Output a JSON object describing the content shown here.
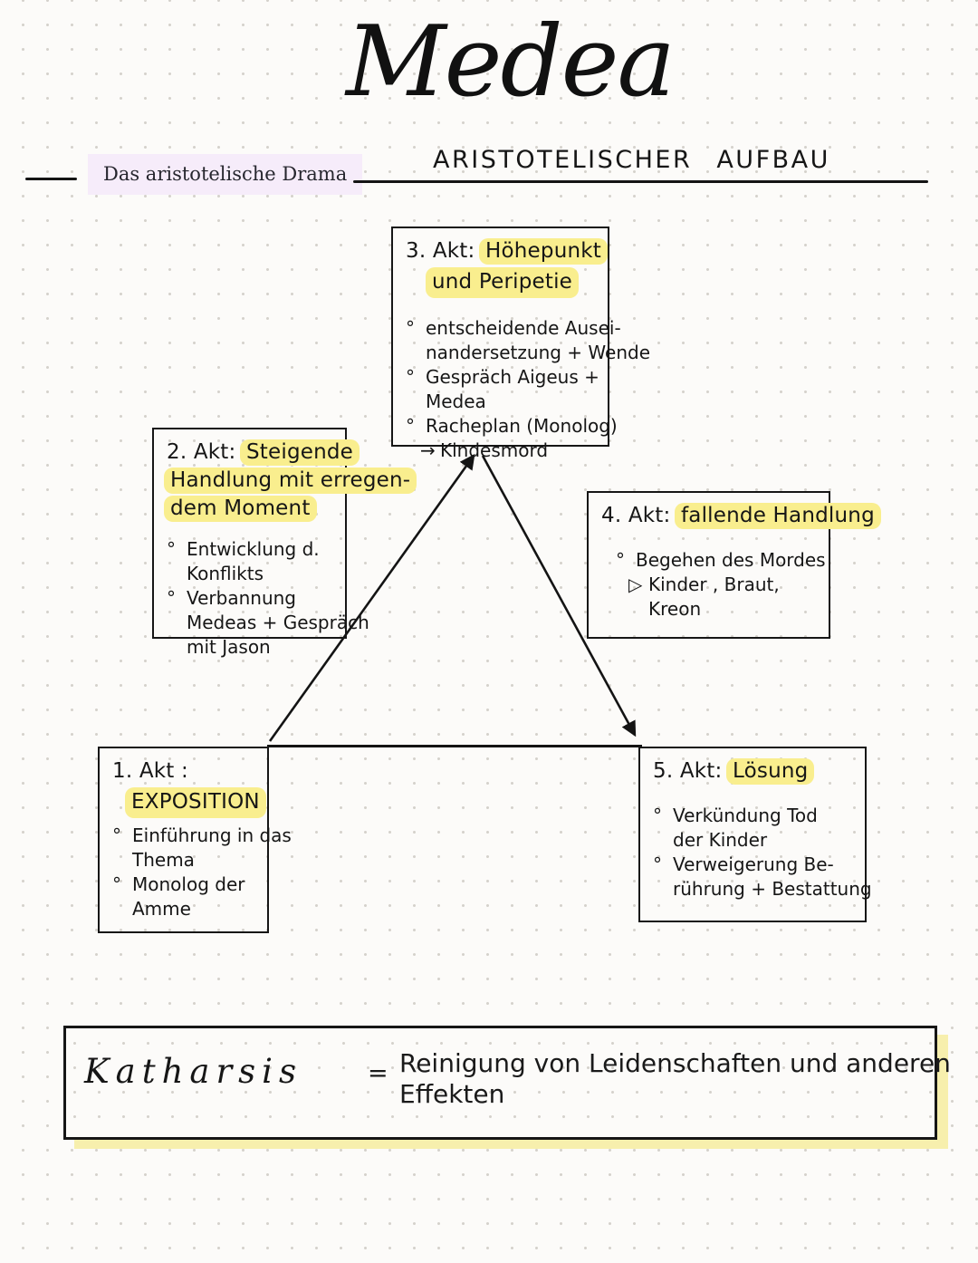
{
  "header": {
    "title": "Medea",
    "topic_label": "Das aristotelische Drama",
    "subtitle": "ARISTOTELISCHER AUFBAU"
  },
  "acts": {
    "act1": {
      "prefix": "1. Akt :",
      "highlight": "EXPOSITION",
      "lines": [
        {
          "m": "°",
          "t": "Einführung in das"
        },
        {
          "m": "",
          "t": "Thema"
        },
        {
          "m": "°",
          "t": "Monolog der"
        },
        {
          "m": "",
          "t": "Amme"
        }
      ]
    },
    "act2": {
      "prefix": "2. Akt:",
      "hl1": "Steigende",
      "hl2": "Handlung mit erregen-",
      "hl3": "dem Moment",
      "lines": [
        {
          "m": "°",
          "t": "Entwicklung d."
        },
        {
          "m": "",
          "t": "Konflikts"
        },
        {
          "m": "°",
          "t": "Verbannung"
        },
        {
          "m": "",
          "t": "Medeas + Gespräch"
        },
        {
          "m": "",
          "t": "mit Jason"
        }
      ]
    },
    "act3": {
      "prefix": "3. Akt:",
      "hl1": "Höhepunkt",
      "hl2": "und Peripetie",
      "lines": [
        {
          "m": "°",
          "t": "entscheidende Ausei-"
        },
        {
          "m": "",
          "t": "nandersetzung + Wende"
        },
        {
          "m": "°",
          "t": "Gespräch Aigeus +"
        },
        {
          "m": "",
          "t": "Medea"
        },
        {
          "m": "°",
          "t": "Racheplan (Monolog)"
        },
        {
          "m": "→",
          "t": "Kindesmord"
        }
      ]
    },
    "act4": {
      "prefix": "4. Akt:",
      "highlight": "fallende Handlung",
      "lines": [
        {
          "m": "°",
          "t": "Begehen des Mordes"
        },
        {
          "m": "▷",
          "t": "Kinder , Braut,"
        },
        {
          "m": "",
          "t": "Kreon"
        }
      ]
    },
    "act5": {
      "prefix": "5. Akt:",
      "highlight": "Lösung",
      "lines": [
        {
          "m": "°",
          "t": "Verkündung Tod"
        },
        {
          "m": "",
          "t": "der Kinder"
        },
        {
          "m": "°",
          "t": "Verweigerung Be-"
        },
        {
          "m": "",
          "t": "rührung + Bestattung"
        }
      ]
    }
  },
  "katharsis": {
    "term": "Katharsis",
    "equals": "=",
    "definition_line1": "Reinigung von Leidenschaften und anderen",
    "definition_line2": "Effekten"
  },
  "colors": {
    "highlight_yellow": "#f9ee8e",
    "label_lavender": "#f6ecfa",
    "ink_black": "#1a1a1a",
    "paper": "#fcfbf9",
    "dot_gray": "#d5d2cc",
    "katharsis_shadow": "#f7efad"
  }
}
